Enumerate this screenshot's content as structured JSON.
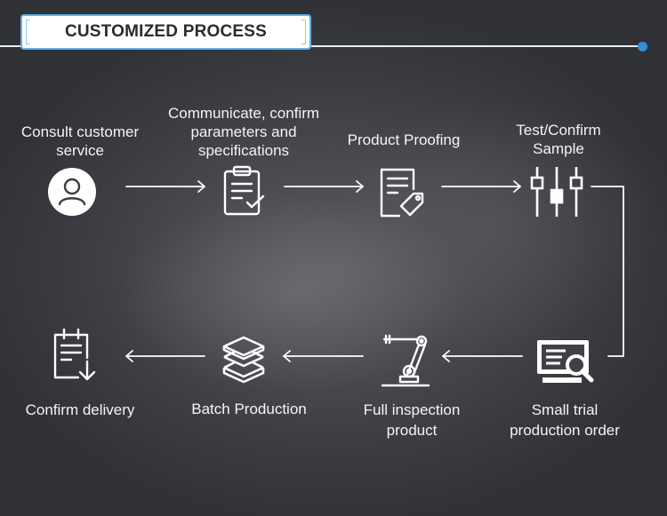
{
  "header": {
    "title": "CUSTOMIZED PROCESS"
  },
  "steps": [
    {
      "label": "Consult customer\nservice",
      "icon": "user-icon"
    },
    {
      "label": "Communicate, confirm\nparameters and\nspecifications",
      "icon": "clipboard-check-icon"
    },
    {
      "label": "Product Proofing",
      "icon": "document-tag-icon"
    },
    {
      "label": "Test/Confirm\nSample",
      "icon": "sliders-icon"
    },
    {
      "label": "Small trial\nproduction order",
      "icon": "monitor-search-icon"
    },
    {
      "label": "Full inspection\nproduct",
      "icon": "robot-arm-icon"
    },
    {
      "label": "Batch Production",
      "icon": "stacked-boxes-icon"
    },
    {
      "label": "Confirm delivery",
      "icon": "clipboard-download-icon"
    }
  ],
  "colors": {
    "accent": "#2f8fd8",
    "text": "#f4f4f4",
    "background": "#3f4146"
  }
}
